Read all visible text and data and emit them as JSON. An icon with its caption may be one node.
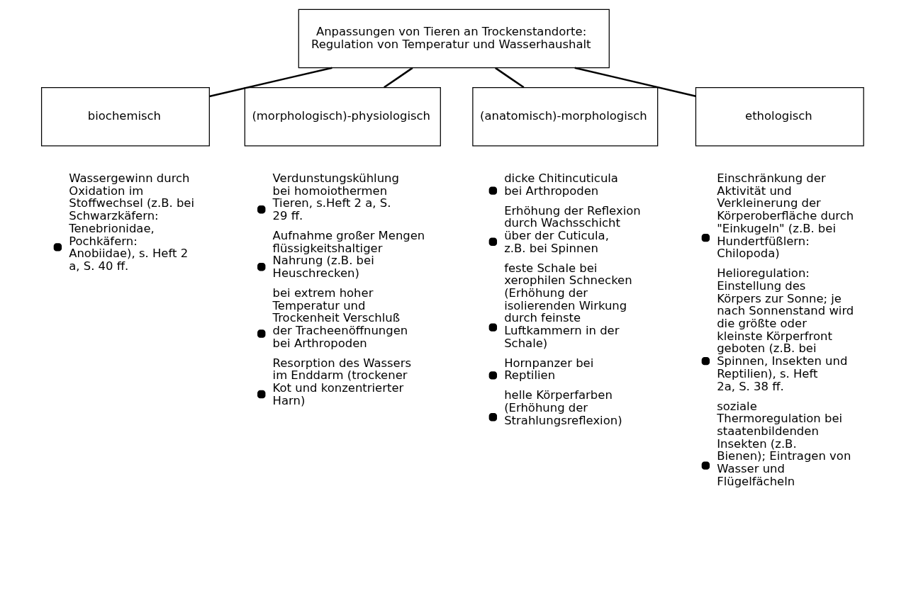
{
  "diagram": {
    "nodes": [
      {
        "text": [
          "Anpassungen von Tieren an Trockenstandorte: Regulation von Temperatur und Wasserhaushalt"
        ]
      },
      {
        "text": [
          "biochemisch"
        ],
        "beside": [
          "Wassergewinn durch Oxidation im Stoffwechsel (z.B. bei Schwarzkäfern: Tenebrionidae, Pochkäfern: Anobiidae), s. Heft 2 a, S. 40 ff."
        ]
      },
      {
        "text": [
          "(morphologisch)-physiologisch"
        ],
        "beside": [
          "Verdunstungskühlung bei homoiothermen Tieren, s.Heft 2 a, S. 29 ff.",
          "Aufnahme großer Mengen flüssigkeitshaltiger Nahrung (z.B. bei Heuschrecken)",
          "bei extrem hoher Temperatur und Trockenheit Verschluß der Tracheenöffnungen bei Arthropoden",
          "Resorption des Wassers im Enddarm (trockener Kot und konzentrierter Harn)"
        ]
      },
      {
        "text": [
          "(anatomisch)-morphologisch"
        ],
        "beside": [
          "dicke Chitincuticula bei Arthropoden",
          "Erhöhung der Reflexion durch Wachsschicht über der Cuticula, z.B. bei Spinnen",
          "feste Schale bei xerophilen Schnecken (Erhöhung der isolierenden Wirkung durch feinste Luftkammern in der Schale)",
          "Hornpanzer bei Reptilien",
          "helle Körperfarben (Erhöhung der Strahlungsreflexion)"
        ]
      },
      {
        "text": [
          "ethologisch"
        ],
        "beside": [
          "Einschränkung der Aktivität und Verkleinerung der Körperoberfläche durch \"Einkugeln\" (z.B. bei Hundertfüßlern: Chilopoda)",
          "Helioregulation: Einstellung des Körpers zur Sonne; je nach Sonnenstand wird die größte oder kleinste Körperfront geboten (z.B. bei Spinnen, Insekten und Reptilien), s. Heft 2a, S. 38 ff.",
          "soziale Thermoregulation bei staatenbildenden Insekten (z.B. Bienen); Eintragen von Wasser und Flügelfächeln"
        ]
      }
    ],
    "edges": [
      {
        "from": 0,
        "to": 1,
        "arrow": "none"
      },
      {
        "from": 0,
        "to": 2,
        "arrow": "none"
      },
      {
        "from": 0,
        "to": 3,
        "arrow": "none"
      },
      {
        "from": 0,
        "to": 4,
        "arrow": "none"
      }
    ]
  }
}
